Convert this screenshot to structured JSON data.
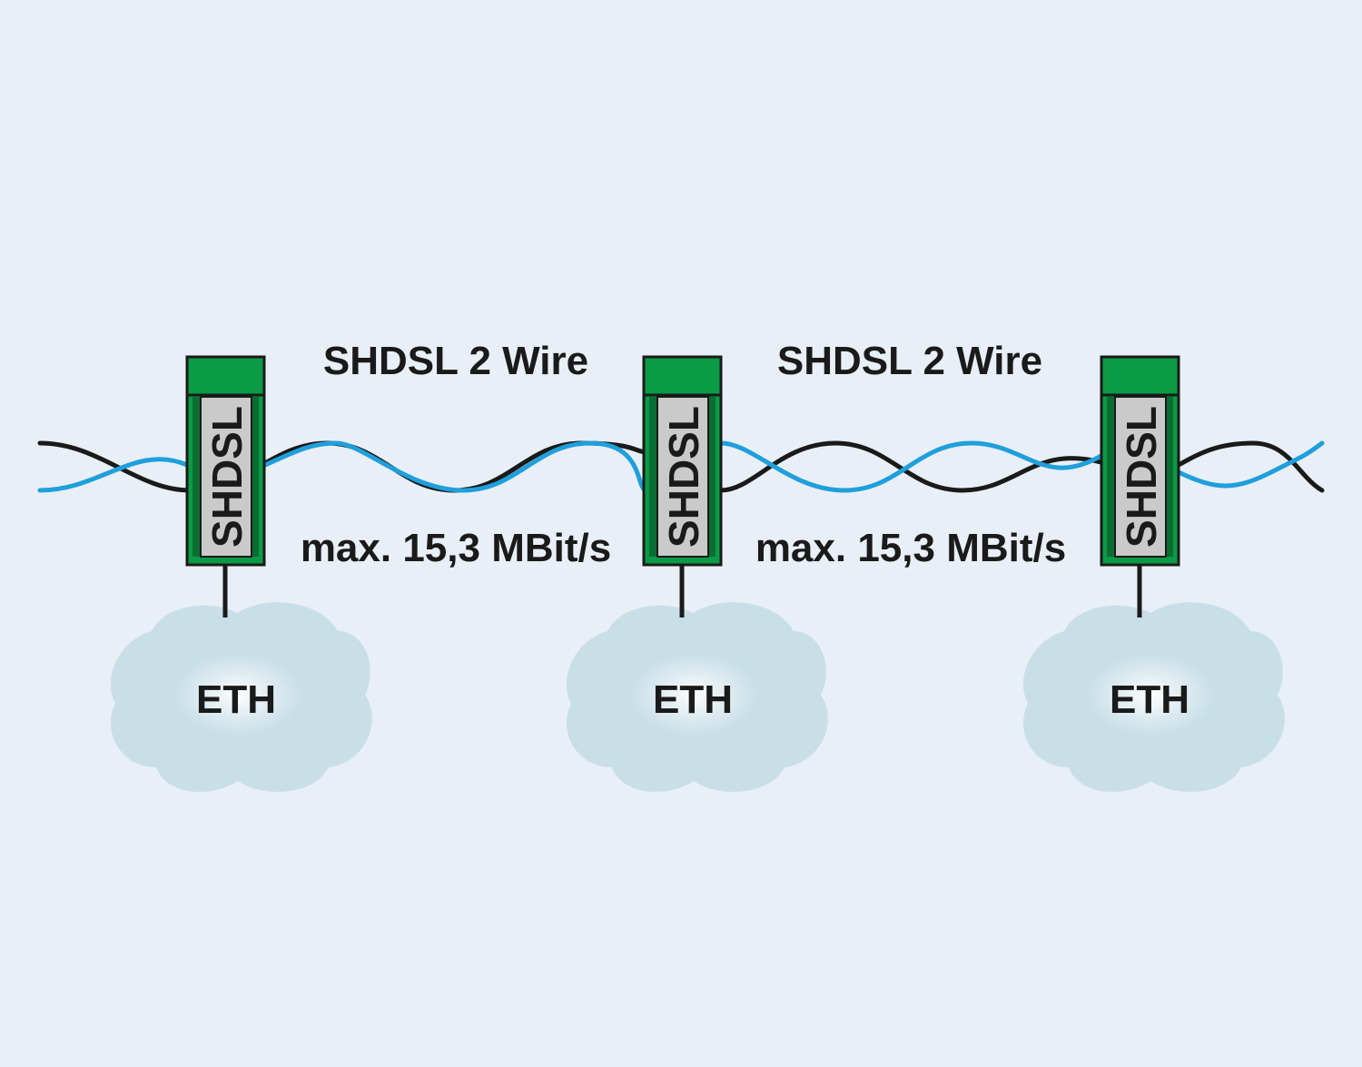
{
  "colors": {
    "background": "#e9eff6",
    "device_green": "#0b9a45",
    "device_dark_green": "#0a6e33",
    "device_label_bg": "#c9cac9",
    "wire_black": "#1a1a1a",
    "wire_blue": "#1f9fdc",
    "cloud": "#c9dfe8",
    "text": "#1a1a1a"
  },
  "diagram": {
    "segments": [
      {
        "title": "SHDSL 2 Wire",
        "speed": "max. 15,3 MBit/s"
      },
      {
        "title": "SHDSL 2 Wire",
        "speed": "max. 15,3 MBit/s"
      }
    ],
    "devices": [
      {
        "label": "SHDSL",
        "network": "ETH"
      },
      {
        "label": "SHDSL",
        "network": "ETH"
      },
      {
        "label": "SHDSL",
        "network": "ETH"
      }
    ]
  }
}
